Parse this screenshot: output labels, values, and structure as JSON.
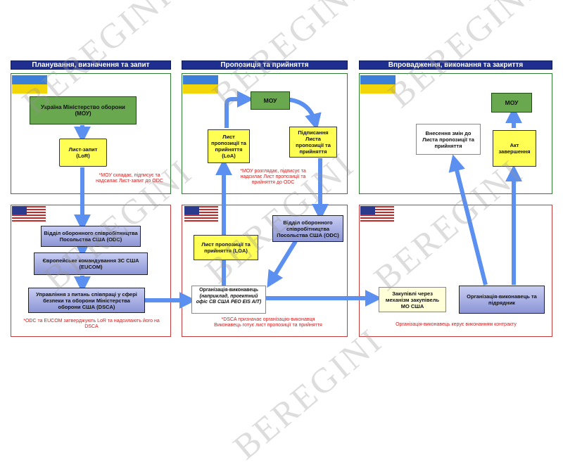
{
  "headers": {
    "planning": "Планування, визначення та запит",
    "proposal": "Пропозиція та прийняття",
    "implementation": "Впровадження, виконання та закриття"
  },
  "planning": {
    "mou_box": "Україна Міністерство оборони (МОУ)",
    "lor_box": "Лист-запит (LoR)",
    "mou_note": "*МОУ складає, підписує та надсилає Лист-запит до ODC",
    "odc_box": "Відділ оборонного співробітництва Посольства США (ODC)",
    "eucom_box": "Європейське командування ЗС США (EUCOM)",
    "dsca_box": "Управління з питань співпраці у сфері безпеки та оборони Міністерства оборони США (DSCA)",
    "us_note": "*ODC та EUCOM затверджують LoR та надсилають його на DSCA"
  },
  "proposal": {
    "mou_box": "МОУ",
    "loa_box": "Лист пропозиції та прийняття (LoA)",
    "signed_box": "Підписання Листа пропозиції та прийняття",
    "mou_note": "*МОУ розглядає, підписує та надсилає Лист пропозиції та прийняття до ODC",
    "odc_box": "Відділ оборонного співробітництва Посольства США (ODC)",
    "loa_us_box": "Лист пропозиції та прийняття (LOA)",
    "executor_title": "Організація-виконавець",
    "executor_detail": "(наприклад, проектний офіс СВ США PEO EIS AIT)",
    "us_note": "*DSCA призначає організацію-виконавця Виконавець готує лист пропозиції та прийняття"
  },
  "implementation": {
    "mou_box": "МОУ",
    "amend_box": "Внесення змін до Листа пропозиції та прийняття",
    "closure_box": "Акт завершення",
    "procure_box": "Закупівлі через механізм закупівель МО США",
    "executor_box": "Організація-виконавець та підрядник",
    "us_note": "Організація-виконавець керує виконанням контракту"
  },
  "watermark": "BEREGINI",
  "colors": {
    "header_bg": "#1f2f8f",
    "ua_border": "#2e7d32",
    "us_border": "#c43c3c",
    "arrow": "#5b8ff0",
    "note": "#d21d1d"
  }
}
